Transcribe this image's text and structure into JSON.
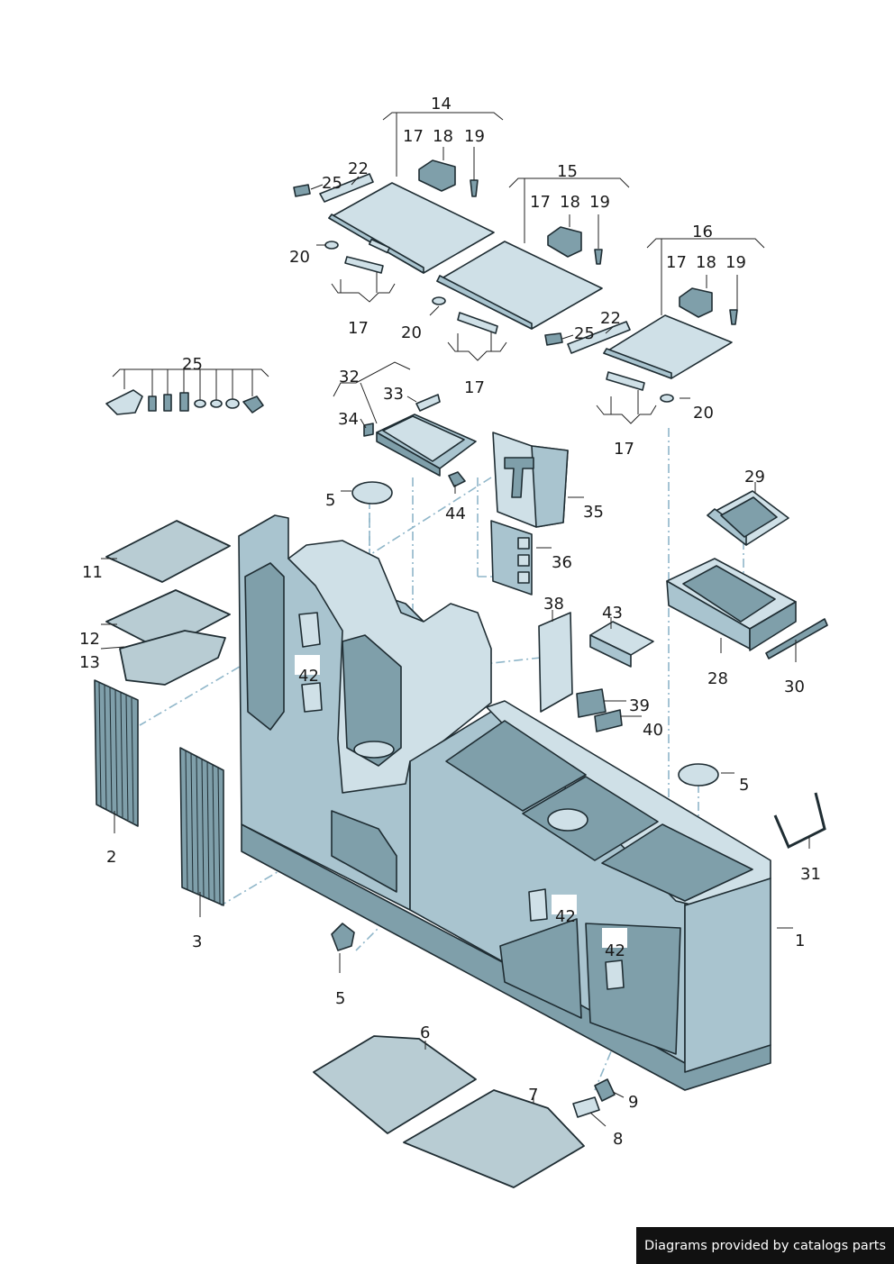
{
  "footer": {
    "text": "Diagrams provided by catalogs parts"
  },
  "callouts": {
    "c14": "14",
    "c15": "15",
    "c16": "16",
    "c17a": "17",
    "c18a": "18",
    "c19a": "19",
    "c17b": "17",
    "c18b": "18",
    "c19b": "19",
    "c17c": "17",
    "c18c": "18",
    "c19c": "19",
    "c22a": "22",
    "c25a": "25",
    "c20a": "20",
    "c17d": "17",
    "c20b": "20",
    "c22b": "22",
    "c25b": "25",
    "c17e": "17",
    "c20c": "20",
    "c17f": "17",
    "c25c": "25",
    "c32": "32",
    "c33": "33",
    "c34": "34",
    "c5a": "5",
    "c44": "44",
    "c35": "35",
    "c36": "36",
    "c29": "29",
    "c28": "28",
    "c30": "30",
    "c11": "11",
    "c12": "12",
    "c13": "13",
    "c38": "38",
    "c43": "43",
    "c39": "39",
    "c40": "40",
    "c42a": "42",
    "c42b": "42",
    "c42c": "42",
    "c5b": "5",
    "c31": "31",
    "c1": "1",
    "c2": "2",
    "c3": "3",
    "c5c": "5",
    "c6": "6",
    "c7": "7",
    "c8": "8",
    "c9": "9"
  },
  "colors": {
    "part_fill": "#a9c4cf",
    "part_light": "#cfe0e7",
    "part_dark": "#7f9faa",
    "outline": "#1f2d33",
    "centerline": "#8fb6c9",
    "footer_bg": "#111111"
  }
}
